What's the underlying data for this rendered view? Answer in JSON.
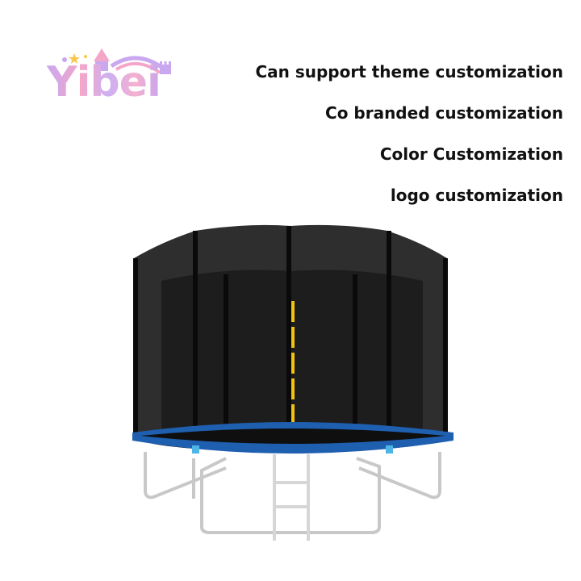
{
  "brand": {
    "logo_text": "Yibei",
    "colors": {
      "lavender": "#c9a8ef",
      "pink": "#f4a6c8"
    }
  },
  "taglines": [
    "Can support theme customization",
    "Co branded customization",
    "Color Customization",
    "logo customization"
  ],
  "product": {
    "image_name": "trampoline-with-safety-net-and-ladder",
    "colors": {
      "net": "#1c1c1c",
      "pad": "#1f5fb0",
      "frame": "#c8c8c8",
      "zipper": "#f2c40f"
    }
  }
}
